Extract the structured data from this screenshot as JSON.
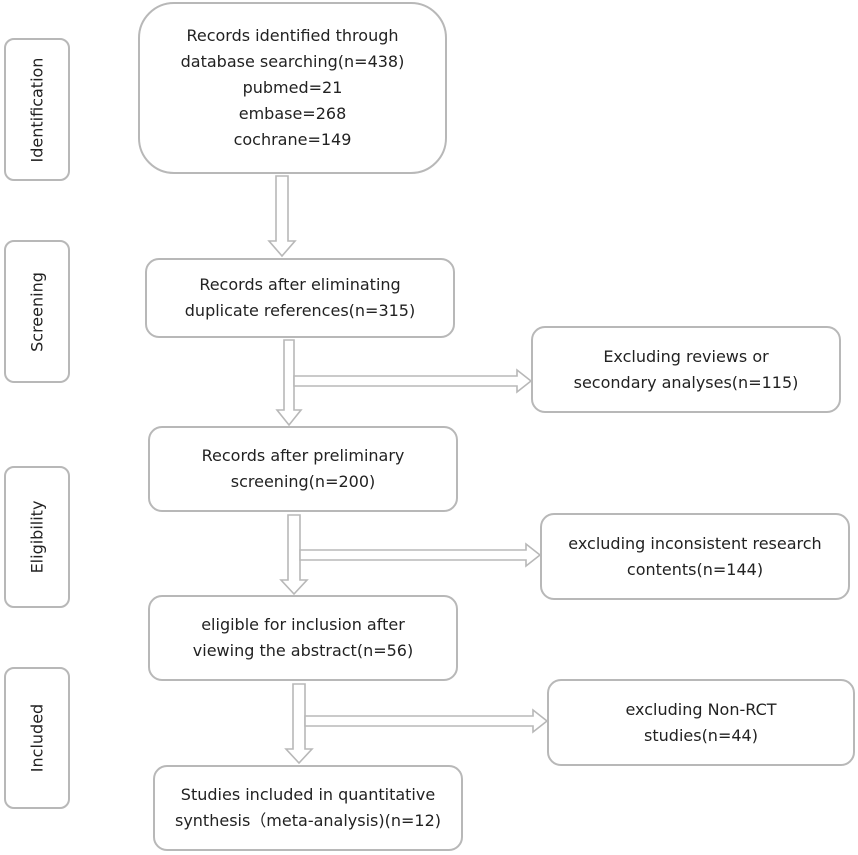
{
  "stages": [
    {
      "label": "Identification"
    },
    {
      "label": "Screening"
    },
    {
      "label": "Eligibility"
    },
    {
      "label": "Included"
    }
  ],
  "boxes": {
    "identified": {
      "lines": [
        "Records identified through",
        "database searching(n=438)",
        "pubmed=21",
        "embase=268",
        "cochrane=149"
      ]
    },
    "after_duplicates": {
      "lines": [
        "Records after eliminating",
        "duplicate references(n=315)"
      ]
    },
    "excluded_reviews": {
      "lines": [
        "Excluding reviews or",
        "secondary analyses(n=115)"
      ]
    },
    "after_preliminary": {
      "lines": [
        "Records after preliminary",
        "screening(n=200)"
      ]
    },
    "excluded_inconsistent": {
      "lines": [
        "excluding inconsistent research",
        "contents(n=144)"
      ]
    },
    "eligible": {
      "lines": [
        "eligible for inclusion after",
        "viewing the abstract(n=56)"
      ]
    },
    "excluded_nonrct": {
      "lines": [
        "excluding Non-RCT",
        "studies(n=44)"
      ]
    },
    "included": {
      "lines": [
        "Studies included in quantitative",
        "synthesis（meta-analysis)(n=12)"
      ]
    }
  }
}
